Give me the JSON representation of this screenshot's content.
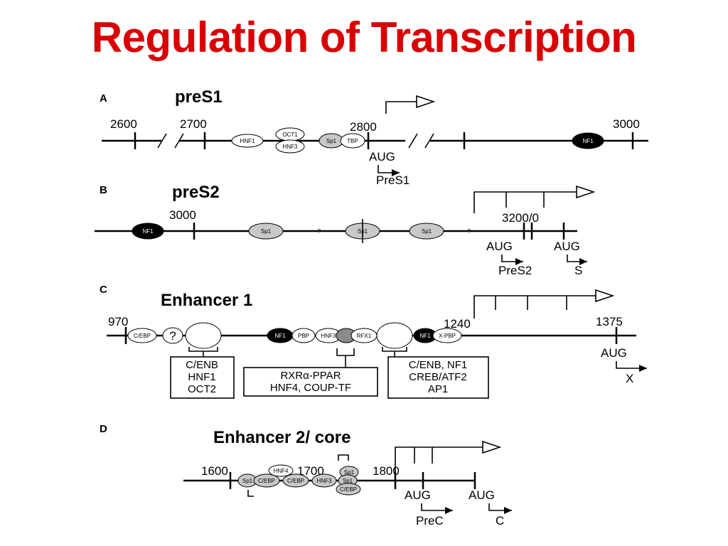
{
  "title": "Regulation of Transcription",
  "panels": {
    "a": {
      "letter": "A",
      "heading": "preS1",
      "positions": [
        "2600",
        "2700",
        "2800",
        "3000"
      ],
      "factors": [
        "HNF1",
        "OCT1",
        "HNF3",
        "Sp1",
        "TBP",
        "NF1"
      ],
      "codon": "AUG",
      "product": "PreS1"
    },
    "b": {
      "letter": "B",
      "heading": "preS2",
      "positions": [
        "3000",
        "3200/0"
      ],
      "factors": [
        "NF1",
        "Sp1",
        "Sp1",
        "Sp1"
      ],
      "unknown": "?",
      "codons": [
        "AUG",
        "AUG"
      ],
      "products": [
        "PreS2",
        "S"
      ]
    },
    "c": {
      "letter": "C",
      "heading": "Enhancer 1",
      "positions": [
        "970",
        "1240",
        "1375"
      ],
      "factors": [
        "C/EBP",
        "?",
        "NF1",
        "PBP",
        "HNF3",
        "RFX1",
        "NF1",
        "X-PBP"
      ],
      "boxes": [
        [
          "C/ENB",
          "HNF1",
          "OCT2"
        ],
        [
          "RXRα-PPAR",
          "HNF4, COUP-TF"
        ],
        [
          "C/ENB, NF1",
          "CREB/ATF2",
          "AP1"
        ]
      ],
      "codon": "AUG",
      "product": "X"
    },
    "d": {
      "letter": "D",
      "heading": "Enhancer 2/ core",
      "positions": [
        "1600",
        "1700",
        "1800"
      ],
      "factors": [
        "Sp1",
        "C/EBP",
        "C/EBP",
        "HNF4",
        "HNF3",
        "Sp1",
        "Sp1",
        "C/EBP"
      ],
      "codons": [
        "AUG",
        "AUG"
      ],
      "products": [
        "PreC",
        "C"
      ]
    }
  },
  "colors": {
    "title": "#d90000",
    "factor_fill": "#ffffff",
    "sp1_fill": "#c8c8c8",
    "nf1_fill": "#000000"
  }
}
